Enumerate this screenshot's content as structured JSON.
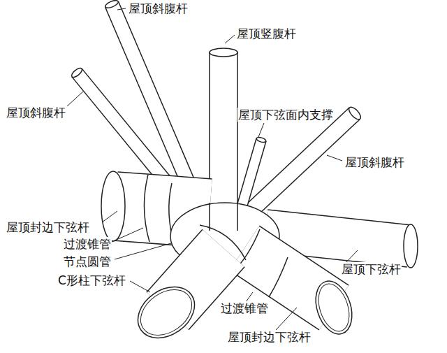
{
  "diagram": {
    "labels": [
      "屋顶斜腹杆",
      "屋顶竖腹杆",
      "屋顶斜腹杆",
      "屋顶下弦面内支撑",
      "屋顶斜腹杆",
      "屋顶封边下弦杆",
      "过渡锥管",
      "节点圆管",
      "C形柱下弦杆",
      "屋顶下弦杆",
      "过渡锥管",
      "屋顶封边下弦杆"
    ]
  }
}
